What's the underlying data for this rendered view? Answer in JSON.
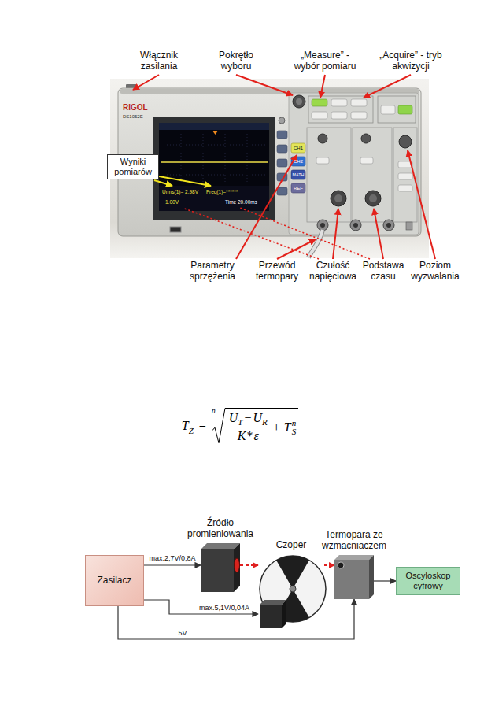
{
  "diagram": {
    "nodes": [
      {
        "text": [
          "Wyniki pomiarów"
        ]
      },
      {
        "text": [
          "Zasilacz"
        ]
      },
      {
        "text": [
          "Źródło promieniowania"
        ]
      },
      {
        "text": [
          "Czoper"
        ]
      },
      {
        "text": [
          "Termopara ze wzmacniaczem"
        ]
      },
      {
        "text": [
          "Oscyloskop cyfrowy"
        ]
      }
    ],
    "edges": [
      {
        "from": 1,
        "to": 2,
        "label": "max.2,7V/0,8A",
        "arrow": "to"
      },
      {
        "from": 1,
        "to": 3,
        "label": "max.5,1V/0,04A",
        "arrow": "to"
      },
      {
        "from": 1,
        "to": 4,
        "label": "5V",
        "arrow": "to"
      },
      {
        "from": 2,
        "to": 3,
        "arrow": "to"
      },
      {
        "from": 3,
        "to": 4,
        "arrow": "to"
      },
      {
        "from": 4,
        "to": 5,
        "arrow": "to"
      }
    ],
    "labels": [
      "Włącznik zasilania",
      "Pokrętło wyboru",
      "„Measure” - wybór pomiaru",
      "„Acquire” - tryb akwizycji",
      "RIGOL",
      "DS1052E",
      "CH1",
      "CH2",
      "MATH",
      "REF",
      "Urms(1)= 2.98V",
      "Freq(1)=******",
      "1.00V",
      "Time 20.00ms",
      "Parametry sprzężenia",
      "Przewód termopary",
      "Czułość napięciowa",
      "Podstawa czasu",
      "Poziom wyzwalania",
      "T",
      "Ż",
      "=",
      "n",
      "U",
      "T",
      "−",
      "U",
      "R",
      "K",
      "*",
      "ε",
      "+",
      "T",
      "S",
      "n"
    ]
  }
}
